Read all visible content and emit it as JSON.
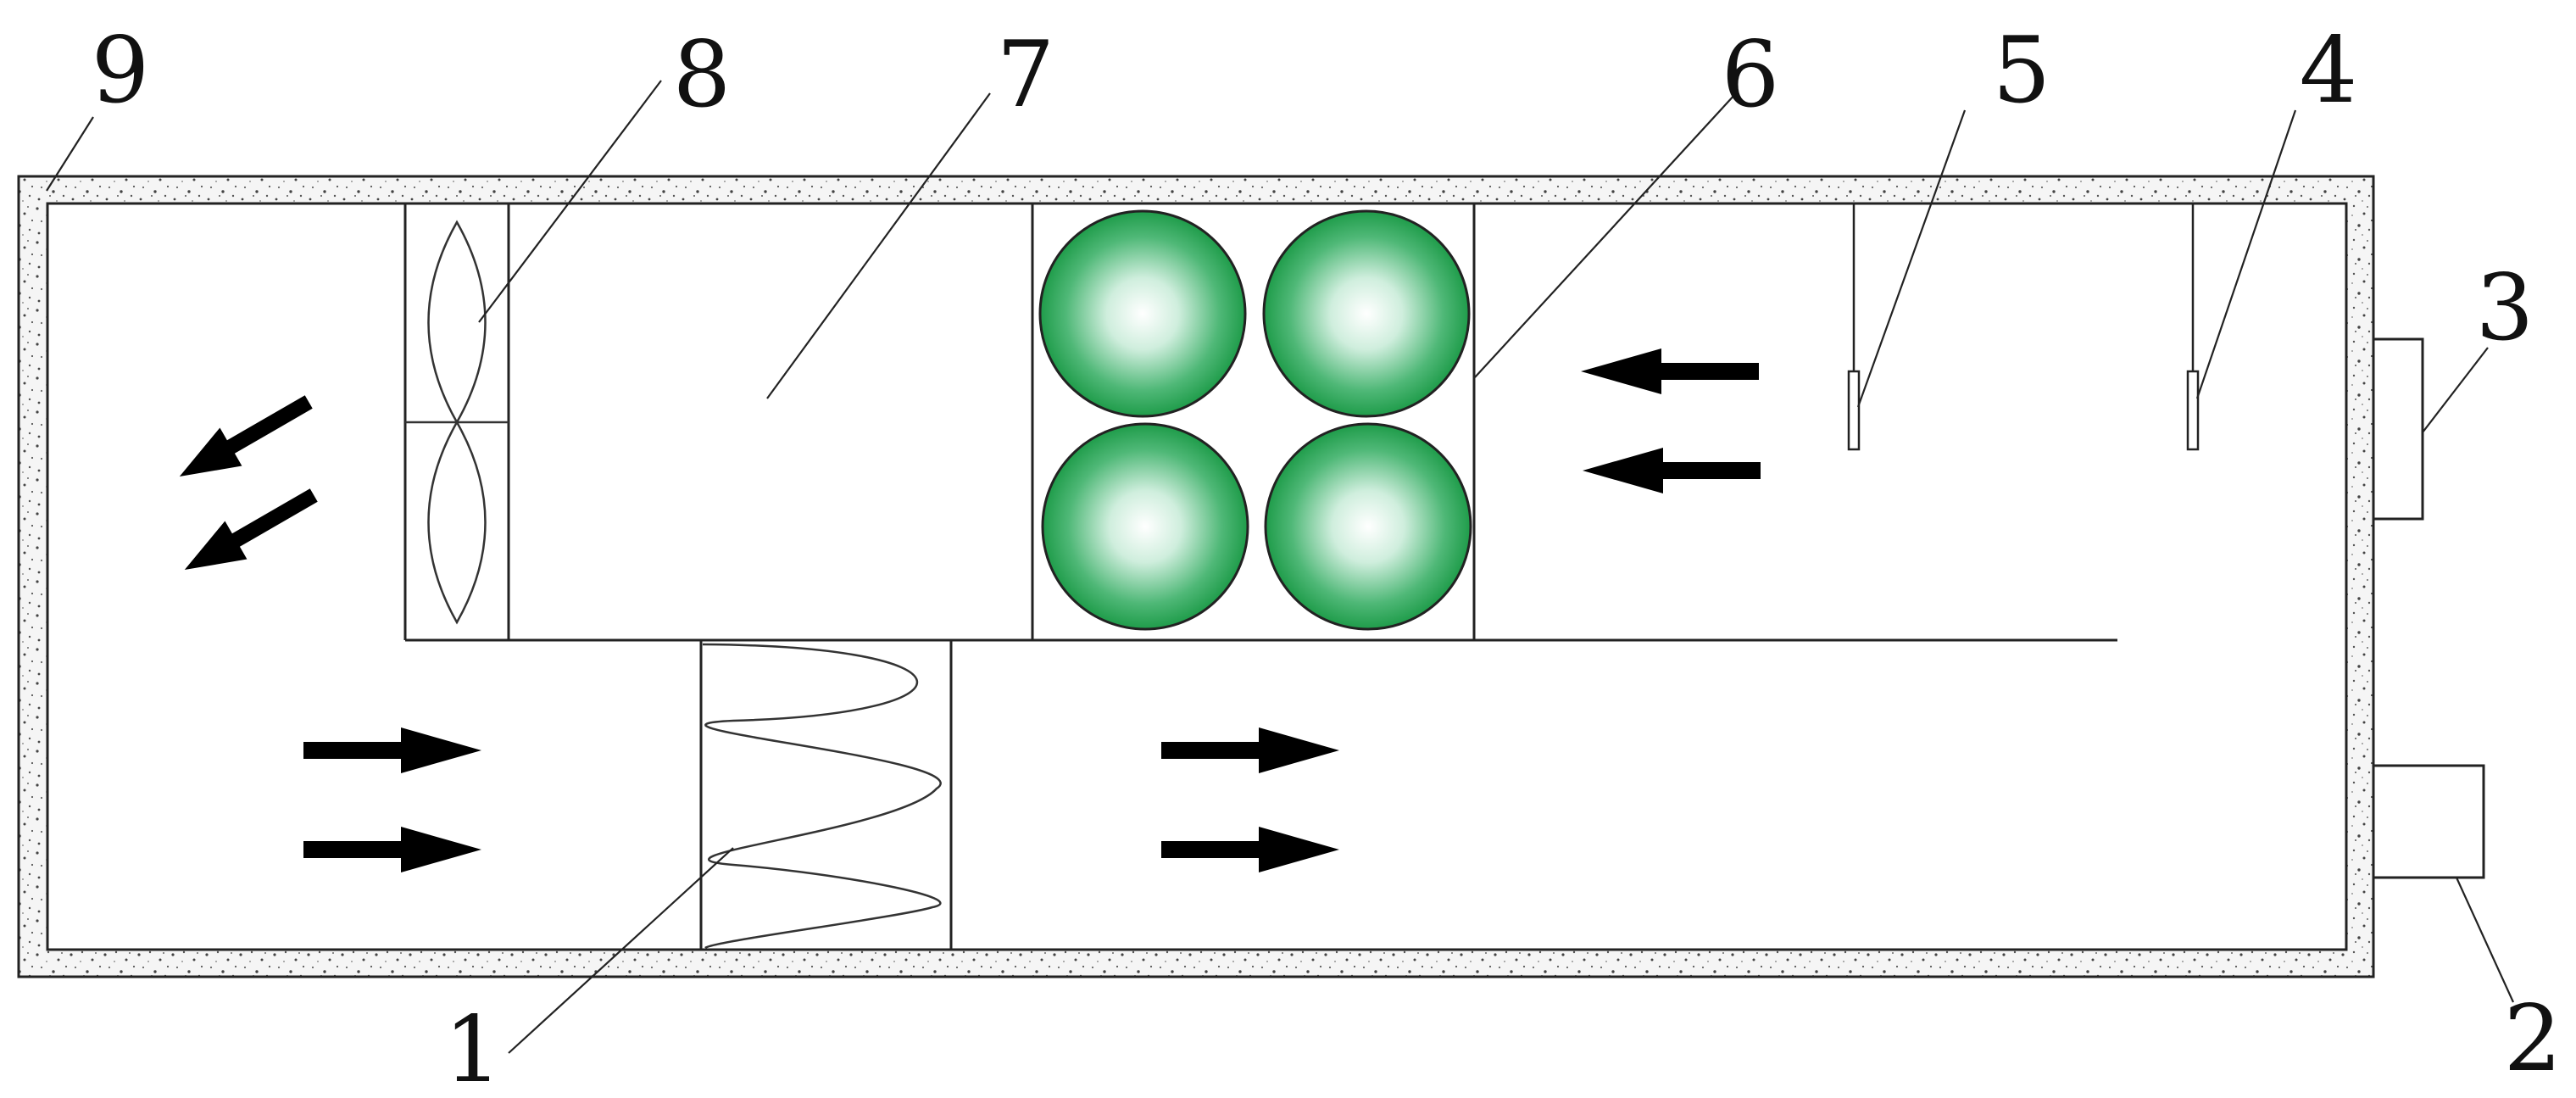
{
  "diagram": {
    "callouts": [
      {
        "id": "1",
        "label": "1"
      },
      {
        "id": "2",
        "label": "2"
      },
      {
        "id": "3",
        "label": "3"
      },
      {
        "id": "4",
        "label": "4"
      },
      {
        "id": "5",
        "label": "5"
      },
      {
        "id": "6",
        "label": "6"
      },
      {
        "id": "7",
        "label": "7"
      },
      {
        "id": "8",
        "label": "8"
      },
      {
        "id": "9",
        "label": "9"
      }
    ],
    "icons": {
      "fan": "fan-icon",
      "heater": "heating-coil-icon",
      "sphere": "green-sphere-icon",
      "arrow": "airflow-arrow-icon",
      "probe": "sensor-probe-icon"
    },
    "colors": {
      "line": "#222222",
      "sphere_center": "#ffffff",
      "sphere_edge": "#1f9c4a",
      "insulation_fill": "#f4f4f4",
      "arrow_fill": "#000000"
    }
  }
}
